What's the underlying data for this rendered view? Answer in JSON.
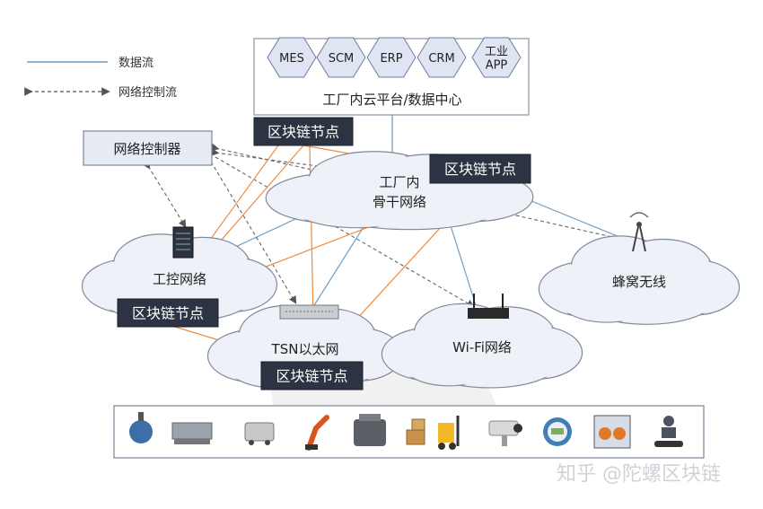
{
  "legend": {
    "data_flow": "数据流",
    "control_flow": "网络控制流"
  },
  "platform": {
    "title": "工厂内云平台/数据中心",
    "apps": [
      "MES",
      "SCM",
      "ERP",
      "CRM",
      "工业\nAPP"
    ]
  },
  "controller": {
    "label": "网络控制器"
  },
  "clouds": {
    "backbone_line1": "工厂内",
    "backbone_line2": "骨干网络",
    "industrial_control": "工控网络",
    "tsn": "TSN以太网",
    "wifi": "Wi-Fi网络",
    "cellular": "蜂窝无线"
  },
  "blockchain_nodes": [
    "区块链节点",
    "区块链节点",
    "区块链节点",
    "区块链节点"
  ],
  "devices": [
    "flowmeter-icon",
    "printer-machine-icon",
    "agv-robot-icon",
    "robot-arm-icon",
    "engine-icon",
    "boxes-icon",
    "forklift-icon",
    "camera-icon",
    "meter-icon",
    "workers-icon",
    "conveyor-robot-icon"
  ],
  "watermark": "知乎 @陀螺区块链",
  "colors": {
    "data_line": "#6f9ec4",
    "blockchain_line": "#f08a3c",
    "control_line": "#666666",
    "node_fill": "#2c3443",
    "hex_fill": "#dfe5f3",
    "cloud_fill": "#eef1f7",
    "cloud_stroke": "#7f8a9c"
  }
}
